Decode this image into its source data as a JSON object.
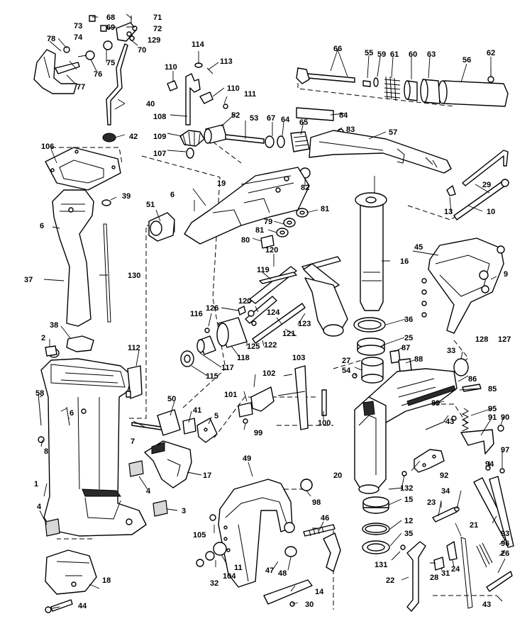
{
  "labels": {
    "n1": "1",
    "n2": "2",
    "n3": "3",
    "n4a": "4",
    "n4b": "4",
    "n5": "5",
    "n6a": "6",
    "n6b": "6",
    "n6c": "6",
    "n7": "7",
    "n8": "8",
    "n9": "9",
    "n10": "10",
    "n11": "11",
    "n12": "12",
    "n13": "13",
    "n14": "14",
    "n15": "15",
    "n16": "16",
    "n17": "17",
    "n18": "18",
    "n19": "19",
    "n20": "20",
    "n21": "21",
    "n22": "22",
    "n23": "23",
    "n24": "24",
    "n25": "25",
    "n26": "26",
    "n27": "27",
    "n28": "28",
    "n29": "29",
    "n30": "30",
    "n31": "31",
    "n32": "32",
    "n33": "33",
    "n34": "34",
    "n35": "35",
    "n36": "36",
    "n37": "37",
    "n38": "38",
    "n39": "39",
    "n40": "40",
    "n41": "41",
    "n42": "42",
    "n43a": "43",
    "n43b": "43",
    "n44": "44",
    "n45": "45",
    "n46": "46",
    "n47": "47",
    "n48": "48",
    "n49": "49",
    "n50": "50",
    "n51": "51",
    "n52": "52",
    "n53": "53",
    "n54": "54",
    "n55": "55",
    "n56": "56",
    "n57": "57",
    "n58": "58",
    "n59": "59",
    "n60": "60",
    "n61": "61",
    "n62": "62",
    "n63": "63",
    "n64": "64",
    "n65": "65",
    "n66": "66",
    "n67": "67",
    "n68": "68",
    "n69": "69",
    "n70": "70",
    "n71": "71",
    "n72": "72",
    "n73": "73",
    "n74": "74",
    "n75": "75",
    "n76": "76",
    "n77": "77",
    "n78": "78",
    "n79": "79",
    "n80": "80",
    "n81a": "81",
    "n81b": "81",
    "n82": "82",
    "n83": "83",
    "n84": "84",
    "n85": "85",
    "n86": "86",
    "n87": "87",
    "n88": "88",
    "n89": "89",
    "n90": "90",
    "n91": "91",
    "n92": "92",
    "n93": "93",
    "n94": "94",
    "n95": "95",
    "n96": "96",
    "n97": "97",
    "n98": "98",
    "n99": "99",
    "n100": "100",
    "n101": "101",
    "n102": "102",
    "n103": "103",
    "n104": "104",
    "n105": "105",
    "n106": "106",
    "n107": "107",
    "n108": "108",
    "n109": "109",
    "n110a": "110",
    "n110b": "110",
    "n111": "111",
    "n112": "112",
    "n113": "113",
    "n114": "114",
    "n115": "115",
    "n116": "116",
    "n117": "117",
    "n118": "118",
    "n119": "119",
    "n120a": "120",
    "n120b": "120",
    "n121": "121",
    "n122": "122",
    "n123": "123",
    "n124": "124",
    "n125": "125",
    "n126": "126",
    "n127": "127",
    "n128": "128",
    "n129": "129",
    "n130": "130",
    "n131": "131",
    "n132": "132"
  },
  "colors": {
    "ink": "#000000",
    "paper": "#ffffff"
  }
}
